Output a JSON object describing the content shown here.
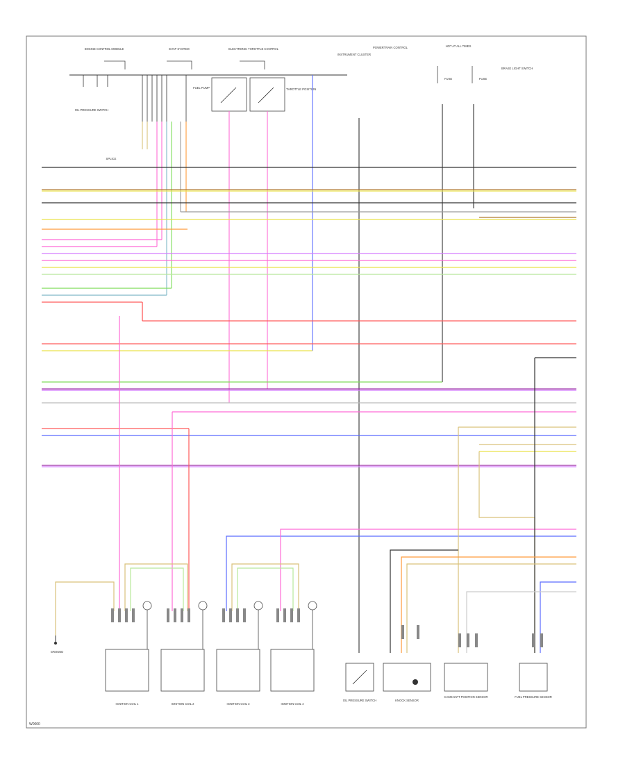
{
  "diagram": {
    "header_labels": [
      "ENGINE CONTROL MODULE",
      "EVAP SYSTEM",
      "ELECTRONIC THROTTLE CONTROL",
      "INSTRUMENT CLUSTER",
      "POWERTRAIN CONTROL",
      "HOT AT ALL TIMES"
    ],
    "sub_labels": [
      "OIL PRESSURE SWITCH",
      "FUEL PUMP",
      "THROTTLE POSITION",
      "BRAKE LIGHT SWITCH",
      "FUSE",
      "FUSE"
    ],
    "splice_label": "SPLICE",
    "bottom_components": [
      "IGNITION COIL 1",
      "IGNITION COIL 2",
      "IGNITION COIL 3",
      "IGNITION COIL 4",
      "OIL PRESSURE SWITCH",
      "KNOCK SENSOR",
      "CAMSHAFT POSITION SENSOR",
      "FUEL PRESSURE SENSOR"
    ],
    "ground_label": "GROUND",
    "footer": "W0000"
  },
  "colors": {
    "brown": "#b07a30",
    "tan": "#d9c27a",
    "black": "#333333",
    "gray": "#9a9a9a",
    "yellow": "#e9e24a",
    "pink": "#ff6bd6",
    "violet": "#d37cff",
    "green": "#7fdc5a",
    "light_green": "#b7e89a",
    "blue": "#5a6bff",
    "red": "#ff5a5a",
    "orange": "#ff9a3a",
    "purple": "#9a2aa8",
    "teal": "#7fb7c6"
  }
}
